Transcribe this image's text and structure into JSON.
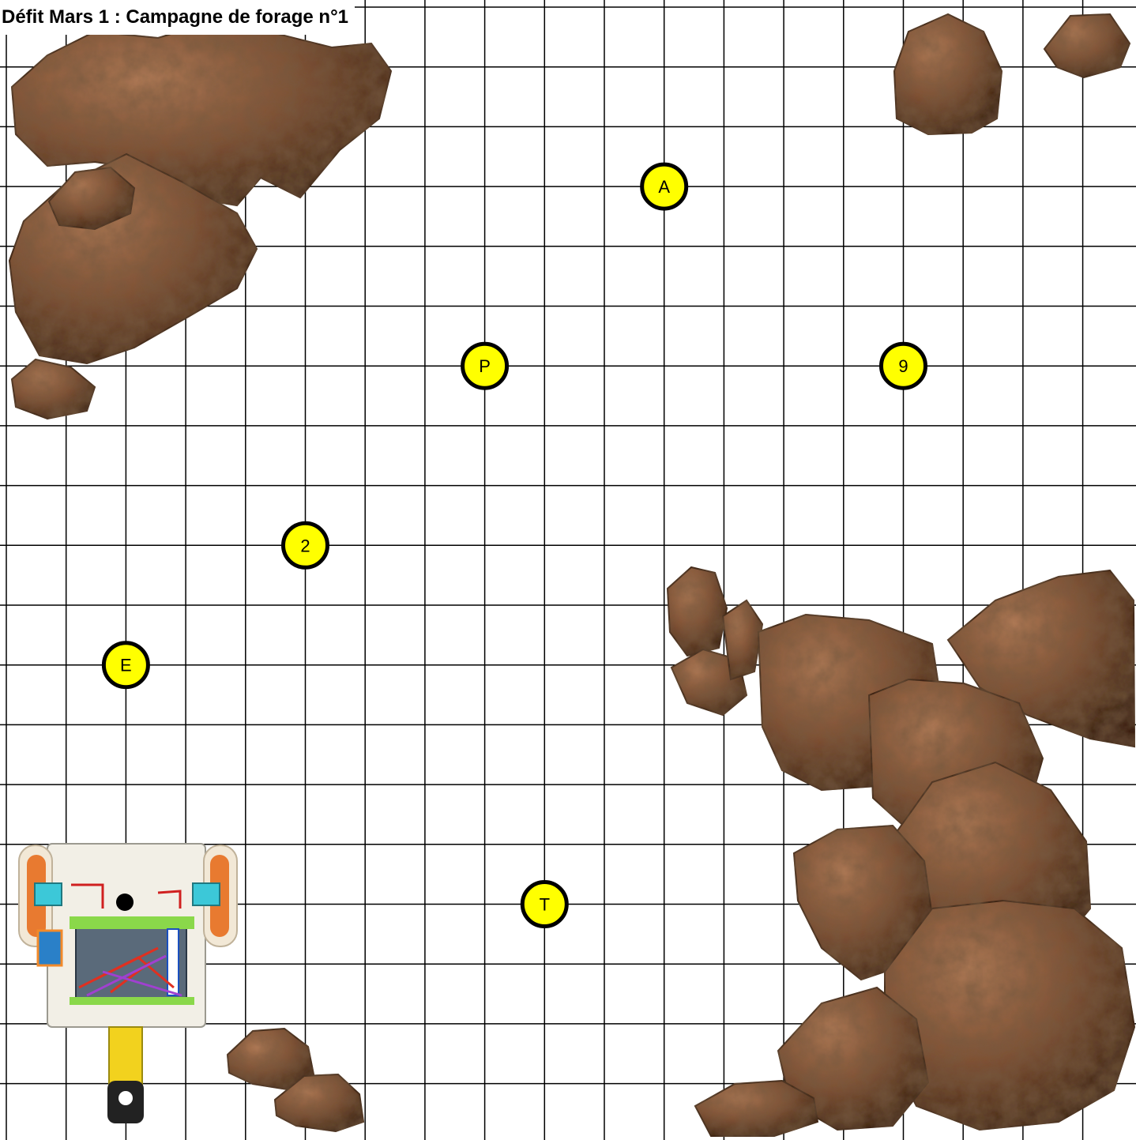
{
  "title": "Défit Mars 1 : Campagne de forage n°1",
  "grid": {
    "columns": 19,
    "rows": 19
  },
  "waypoints": [
    {
      "label": "A",
      "col": 11,
      "row": 3
    },
    {
      "label": "P",
      "col": 8,
      "row": 6
    },
    {
      "label": "9",
      "col": 15,
      "row": 6
    },
    {
      "label": "2",
      "col": 5,
      "row": 9
    },
    {
      "label": "E",
      "col": 2,
      "row": 11
    },
    {
      "label": "T",
      "col": 9,
      "row": 15
    }
  ],
  "colors": {
    "grid_line": "#000000",
    "waypoint_fill": "#ffff00",
    "waypoint_stroke": "#000000",
    "rock_light": "#a87250",
    "rock_mid": "#7d5034",
    "rock_dark": "#4a2c1a"
  },
  "rover": {
    "name": "rover-robot",
    "marker_color": "#000000"
  }
}
